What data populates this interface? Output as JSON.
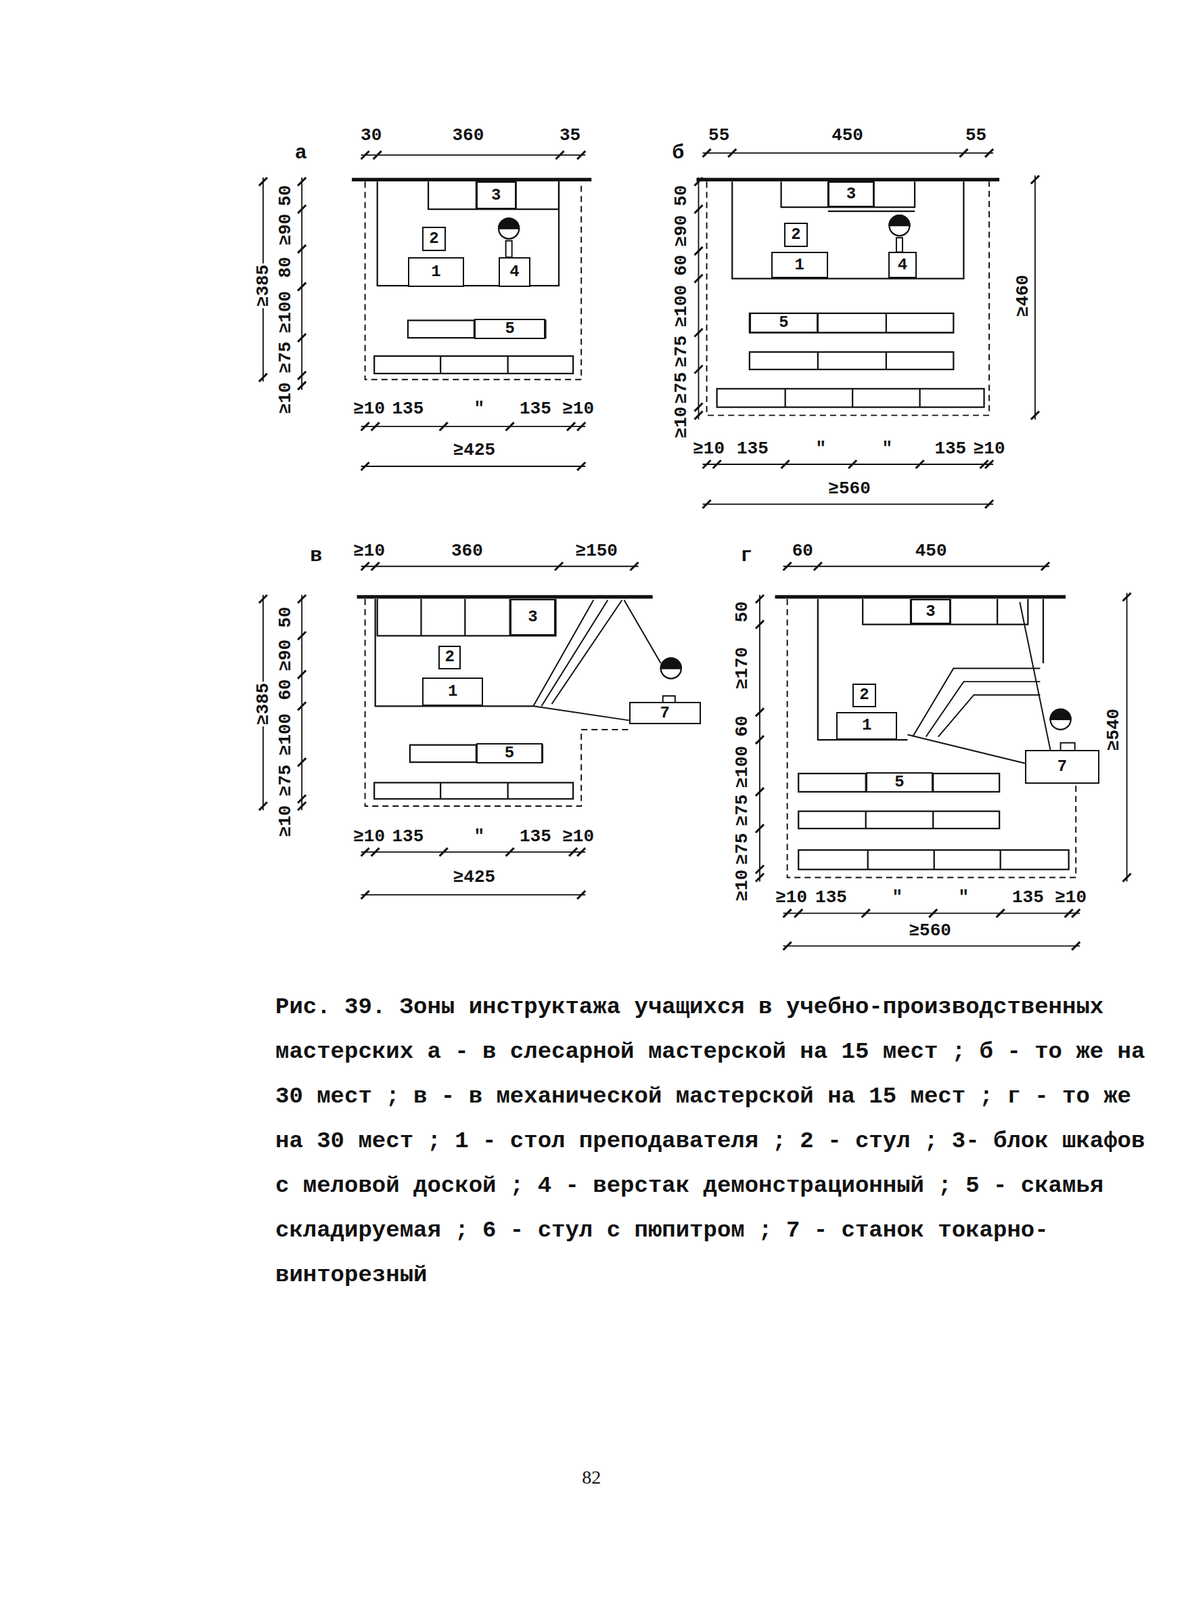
{
  "diagram": {
    "caption": "Рис. 39. Зоны инструктажа учащихся в учебно-производственных мастерских а - в слесарной мастерской на 15 мест ; б - то же на 30 мест ; в - в механической мастерской на 15 мест ; г - то же на 30 мест ; 1 - стол преподавателя ; 2 - стул ; 3- блок шкафов с меловой доской ; 4 - верстак демонстрационный ; 5 - скамья складируемая ; 6 - стул с пюпитром ; 7 - станок токарно-винторезный",
    "nodes": [
      {
        "text": [
          "3"
        ]
      },
      {
        "text": [
          "2"
        ]
      },
      {
        "text": [
          "1"
        ]
      },
      {
        "text": [
          "4"
        ]
      },
      {
        "text": [
          "5"
        ]
      },
      {
        "text": [
          "3"
        ]
      },
      {
        "text": [
          "2"
        ]
      },
      {
        "text": [
          "1"
        ]
      },
      {
        "text": [
          "4"
        ]
      },
      {
        "text": [
          "5"
        ]
      },
      {
        "text": [
          "3"
        ]
      },
      {
        "text": [
          "2"
        ]
      },
      {
        "text": [
          "1"
        ]
      },
      {
        "text": [
          "7"
        ]
      },
      {
        "text": [
          "5"
        ]
      },
      {
        "text": [
          "3"
        ]
      },
      {
        "text": [
          "2"
        ]
      },
      {
        "text": [
          "1"
        ]
      },
      {
        "text": [
          "7"
        ]
      },
      {
        "text": [
          "5"
        ]
      }
    ],
    "labels": [
      "а",
      "30",
      "360",
      "35",
      "≥385",
      "50",
      "≥90",
      "80",
      "≥100",
      "≥75",
      "≥10",
      "≥10",
      "135",
      "\"",
      "135",
      "≥10",
      "≥425",
      "б",
      "55",
      "450",
      "55",
      "50",
      "≥90",
      "60",
      "≥100",
      "≥75",
      "≥75",
      "≥10",
      "≥460",
      "≥10",
      "135",
      "\"",
      "\"",
      "135",
      "≥10",
      "≥560",
      "в",
      "≥10",
      "360",
      "≥150",
      "≥385",
      "50",
      "≥90",
      "60",
      "≥100",
      "≥75",
      "≥10",
      "≥10",
      "135",
      "\"",
      "135",
      "≥10",
      "≥425",
      "г",
      "60",
      "450",
      "50",
      "≥170",
      "60",
      "≥100",
      "≥75",
      "≥75",
      "≥10",
      "≥540",
      "≥10",
      "135",
      "\"",
      "\"",
      "135",
      "≥10",
      "≥560",
      "82"
    ]
  }
}
